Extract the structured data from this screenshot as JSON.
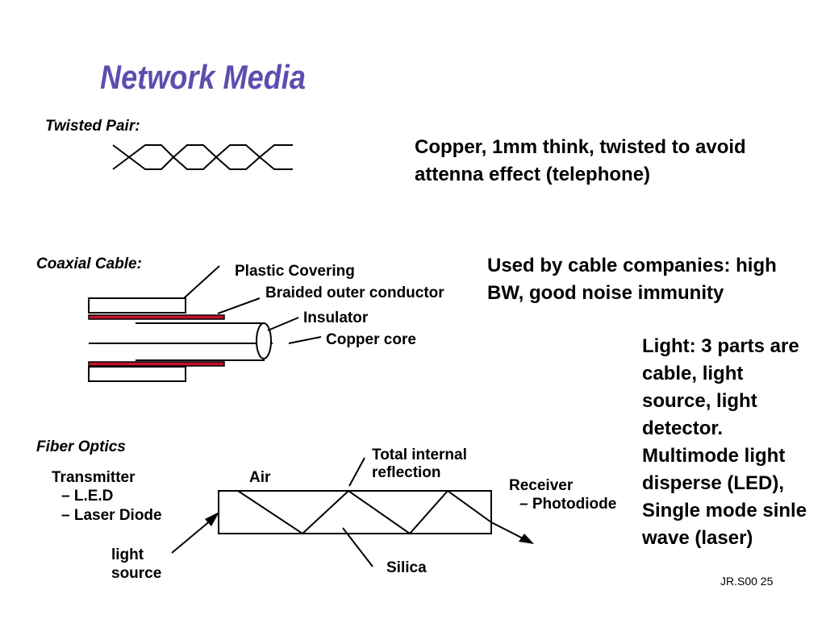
{
  "title": "Network Media",
  "twisted_pair": {
    "heading": "Twisted Pair:",
    "description": "Copper, 1mm think, twisted to avoid attenna effect (telephone)"
  },
  "coaxial": {
    "heading": "Coaxial Cable:",
    "labels": {
      "plastic": "Plastic Covering",
      "braided": "Braided outer conductor",
      "insulator": "Insulator",
      "core": "Copper core"
    },
    "description": "Used by cable companies: high BW, good noise immunity",
    "braid_color": "#c4122b"
  },
  "fiber": {
    "heading": "Fiber Optics",
    "transmitter": "Transmitter",
    "tx_items": [
      "– L.E.D",
      "– Laser Diode"
    ],
    "air": "Air",
    "tir": "Total internal reflection",
    "receiver": "Receiver",
    "rx_item": "– Photodiode",
    "light_source": "light source",
    "silica": "Silica",
    "description": "Light: 3 parts are cable, light source, light detector. Multimode light disperse (LED), Single mode sinle wave (laser)"
  },
  "footer": "JR.S00 25",
  "colors": {
    "title": "#5b4fae"
  }
}
